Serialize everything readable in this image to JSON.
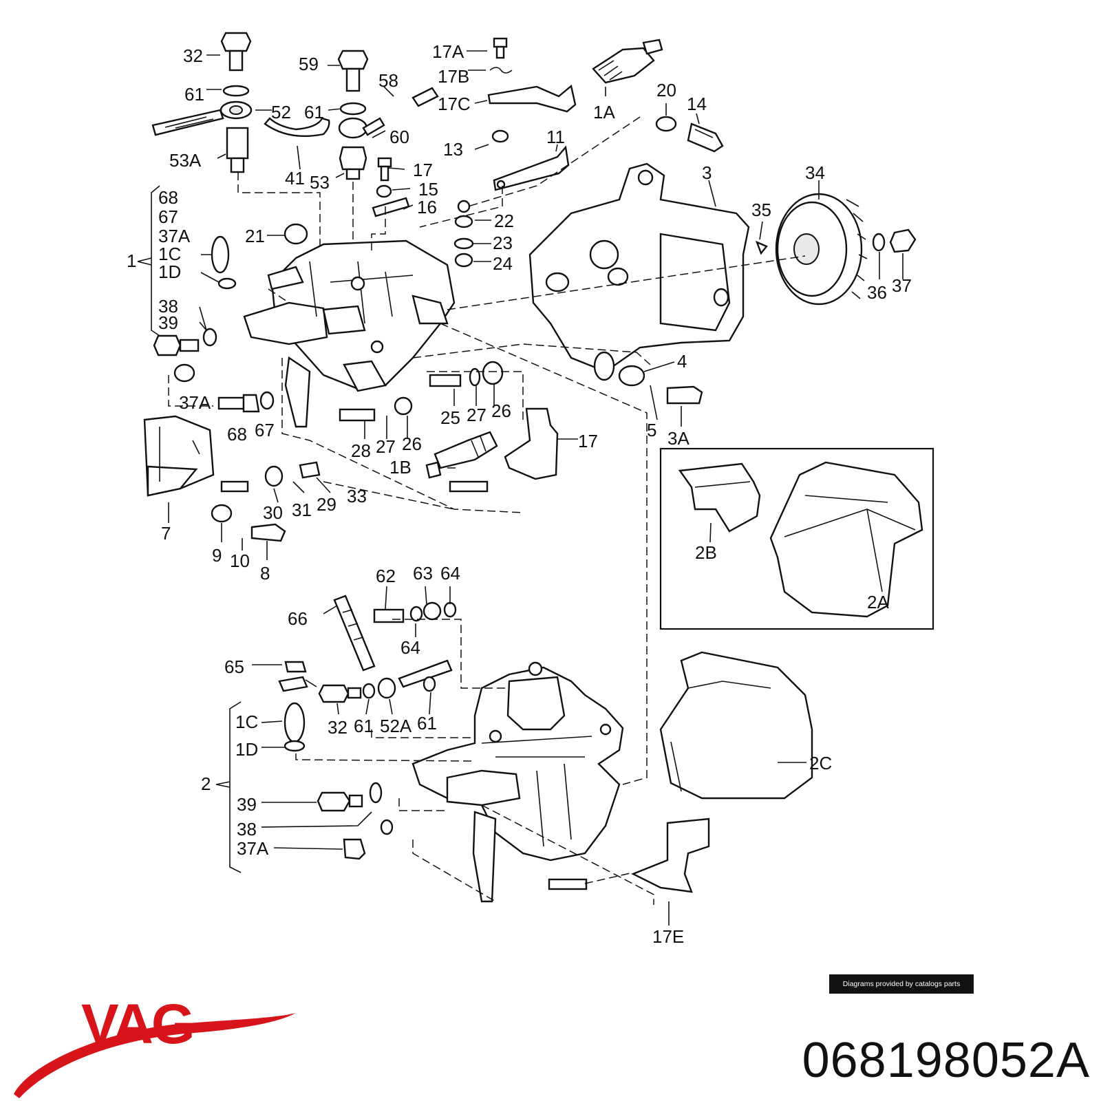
{
  "diagram": {
    "callouts": [
      {
        "id": "c1",
        "text": "32"
      },
      {
        "id": "c2",
        "text": "59"
      },
      {
        "id": "c3",
        "text": "17A"
      },
      {
        "id": "c4",
        "text": "17B"
      },
      {
        "id": "c5",
        "text": "17C"
      },
      {
        "id": "c6",
        "text": "58"
      },
      {
        "id": "c7",
        "text": "61"
      },
      {
        "id": "c8",
        "text": "52"
      },
      {
        "id": "c9",
        "text": "61"
      },
      {
        "id": "c10",
        "text": "1A"
      },
      {
        "id": "c11",
        "text": "20"
      },
      {
        "id": "c12",
        "text": "14"
      },
      {
        "id": "c13",
        "text": "60"
      },
      {
        "id": "c14",
        "text": "53A"
      },
      {
        "id": "c15",
        "text": "13"
      },
      {
        "id": "c16",
        "text": "11"
      },
      {
        "id": "c17",
        "text": "41"
      },
      {
        "id": "c18",
        "text": "53"
      },
      {
        "id": "c19",
        "text": "17"
      },
      {
        "id": "c20",
        "text": "15"
      },
      {
        "id": "c21",
        "text": "16"
      },
      {
        "id": "c22",
        "text": "3"
      },
      {
        "id": "c23",
        "text": "34"
      },
      {
        "id": "c24",
        "text": "68"
      },
      {
        "id": "c25",
        "text": "67"
      },
      {
        "id": "c26",
        "text": "37A"
      },
      {
        "id": "c27",
        "text": "1C"
      },
      {
        "id": "c28",
        "text": "1D"
      },
      {
        "id": "c29",
        "text": "1"
      },
      {
        "id": "c30",
        "text": "21"
      },
      {
        "id": "c31",
        "text": "22"
      },
      {
        "id": "c32",
        "text": "23"
      },
      {
        "id": "c33",
        "text": "24"
      },
      {
        "id": "c34",
        "text": "35"
      },
      {
        "id": "c35",
        "text": "36"
      },
      {
        "id": "c36",
        "text": "37"
      },
      {
        "id": "c37",
        "text": "38"
      },
      {
        "id": "c38",
        "text": "39"
      },
      {
        "id": "c39",
        "text": "4"
      },
      {
        "id": "c40",
        "text": "37A"
      },
      {
        "id": "c41",
        "text": "68"
      },
      {
        "id": "c42",
        "text": "67"
      },
      {
        "id": "c43",
        "text": "25"
      },
      {
        "id": "c44",
        "text": "27"
      },
      {
        "id": "c45",
        "text": "26"
      },
      {
        "id": "c46",
        "text": "5"
      },
      {
        "id": "c47",
        "text": "3A"
      },
      {
        "id": "c48",
        "text": "28"
      },
      {
        "id": "c49",
        "text": "27"
      },
      {
        "id": "c50",
        "text": "26"
      },
      {
        "id": "c51",
        "text": "17"
      },
      {
        "id": "c52",
        "text": "1B"
      },
      {
        "id": "c53",
        "text": "30"
      },
      {
        "id": "c54",
        "text": "31"
      },
      {
        "id": "c55",
        "text": "29"
      },
      {
        "id": "c56",
        "text": "33"
      },
      {
        "id": "c57",
        "text": "7"
      },
      {
        "id": "c58",
        "text": "9"
      },
      {
        "id": "c59",
        "text": "10"
      },
      {
        "id": "c60",
        "text": "8"
      },
      {
        "id": "c61",
        "text": "2B"
      },
      {
        "id": "c62",
        "text": "2A"
      },
      {
        "id": "c63",
        "text": "62"
      },
      {
        "id": "c64",
        "text": "63"
      },
      {
        "id": "c65",
        "text": "64"
      },
      {
        "id": "c66",
        "text": "66"
      },
      {
        "id": "c67",
        "text": "64"
      },
      {
        "id": "c68",
        "text": "65"
      },
      {
        "id": "c69",
        "text": "1C"
      },
      {
        "id": "c70",
        "text": "32"
      },
      {
        "id": "c71",
        "text": "61"
      },
      {
        "id": "c72",
        "text": "52A"
      },
      {
        "id": "c73",
        "text": "61"
      },
      {
        "id": "c74",
        "text": "1D"
      },
      {
        "id": "c75",
        "text": "2"
      },
      {
        "id": "c76",
        "text": "39"
      },
      {
        "id": "c77",
        "text": "38"
      },
      {
        "id": "c78",
        "text": "37A"
      },
      {
        "id": "c79",
        "text": "2C"
      },
      {
        "id": "c80",
        "text": "17E"
      }
    ]
  },
  "credit_text": "Diagrams provided by catalogs parts",
  "brand": {
    "name": "VAG",
    "color": "#d7141a"
  },
  "part_number": "068198052A"
}
